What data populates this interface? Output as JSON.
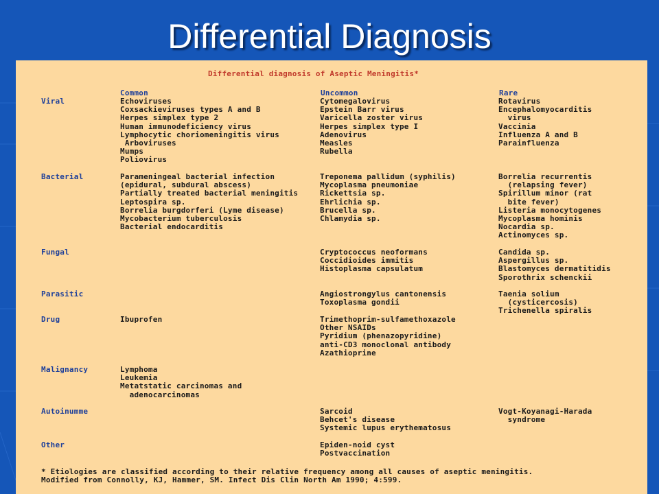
{
  "slide": {
    "title": "Differential Diagnosis"
  },
  "table": {
    "title": "Differential diagnosis of Aseptic Meningitis*",
    "headers": {
      "common": "Common",
      "uncommon": "Uncommon",
      "rare": "Rare"
    },
    "categories": [
      {
        "name": "Viral",
        "common": [
          "Echoviruses",
          "Coxsackieviruses types A and B",
          "Herpes simplex type 2",
          "Human immunodeficiency virus",
          "Lymphocytic choriomeningitis virus",
          " Arboviruses",
          "Mumps",
          "Poliovirus"
        ],
        "uncommon": [
          "Cytomegalovirus",
          "Epstein Barr virus",
          "Varicella zoster virus",
          "Herpes simplex type I",
          "Adenovirus",
          "Measles",
          "Rubella"
        ],
        "rare": [
          "Rotavirus",
          "Encephalomyocarditis",
          "  virus",
          "Vaccinia",
          "Influenza A and B",
          "Parainfluenza"
        ]
      },
      {
        "name": "Bacterial",
        "common": [
          "Parameningeal bacterial infection",
          "(epidural, subdural abscess)",
          "Partially treated bacterial meningitis",
          "Leptospira sp.",
          "Borrelia burgdorferi (Lyme disease)",
          "Mycobacterium tuberculosis",
          "Bacterial endocarditis"
        ],
        "uncommon": [
          "Treponema pallidum (syphilis)",
          "Mycoplasma pneumoniae",
          "Rickettsia sp.",
          "Ehrlichia sp.",
          "Brucella sp.",
          "Chlamydia sp."
        ],
        "rare": [
          "Borrelia recurrentis",
          "  (relapsing fever)",
          "Spirillum minor (rat",
          "  bite fever)",
          "Listeria monocytogenes",
          "Mycoplasma hominis",
          "Nocardia sp.",
          "Actinomyces sp."
        ]
      },
      {
        "name": "Fungal",
        "common": [],
        "uncommon": [
          "Cryptococcus neoformans",
          "Coccidioides immitis",
          "Histoplasma capsulatum"
        ],
        "rare": [
          "Candida sp.",
          "Aspergillus sp.",
          "Blastomyces dermatitidis",
          "Sporothrix schenckii"
        ]
      },
      {
        "name": "Parasitic",
        "common": [],
        "uncommon": [
          "Angiostrongylus cantonensis",
          "Toxoplasma gondii"
        ],
        "rare": [
          "Taenia solium",
          "  (cysticercosis)",
          "Trichenella spiralis"
        ]
      },
      {
        "name": "Drug",
        "common": [
          "Ibuprofen"
        ],
        "uncommon": [
          "Trimethoprim-sulfamethoxazole",
          "Other NSAIDs",
          "Pyridium (phenazopyridine)",
          "anti-CD3 monoclonal antibody",
          "Azathioprine"
        ],
        "rare": []
      },
      {
        "name": "Malignancy",
        "common": [
          "Lymphoma",
          "Leukemia",
          "Metatstatic carcinomas and",
          "  adenocarcinomas"
        ],
        "uncommon": [],
        "rare": []
      },
      {
        "name": "Autoinumme",
        "common": [],
        "uncommon": [
          "Sarcoid",
          "Behcet's disease",
          "Systemic lupus erythematosus"
        ],
        "rare": [
          "Vogt-Koyanagi-Harada",
          "  syndrome"
        ]
      },
      {
        "name": "Other",
        "common": [],
        "uncommon": [
          "Epiden-noid cyst",
          "Postvaccination"
        ],
        "rare": []
      }
    ],
    "footnote": [
      "* Etiologies are classified according to their relative frequency among all causes of aseptic meningitis.",
      "Modified from Connolly, KJ, Hammer, SM. Infect Dis Clin North Am 1990; 4:599."
    ]
  }
}
